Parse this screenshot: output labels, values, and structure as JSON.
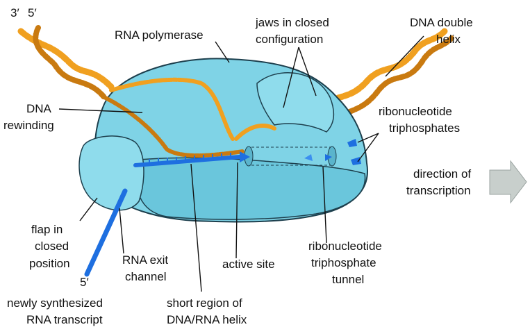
{
  "labels": {
    "three_prime": "3′",
    "five_prime_top": "5′",
    "rna_polymerase": "RNA polymerase",
    "jaws_line1": "jaws in closed",
    "jaws_line2": "configuration",
    "dna_double_line1": "DNA double",
    "dna_double_line2": "helix",
    "dna_rewinding_line1": "DNA",
    "dna_rewinding_line2": "rewinding",
    "ntp_line1": "ribonucleotide",
    "ntp_line2": "triphosphates",
    "direction_line1": "direction of",
    "direction_line2": "transcription",
    "flap_line1": "flap in",
    "flap_line2": "closed",
    "flap_line3": "position",
    "rna_exit_line1": "RNA exit",
    "rna_exit_line2": "channel",
    "active_site": "active site",
    "tunnel_line1": "ribonucleotide",
    "tunnel_line2": "triphosphate",
    "tunnel_line3": "tunnel",
    "five_prime_rna": "5′",
    "newly_line1": "newly synthesized",
    "newly_line2": "RNA transcript",
    "short_line1": "short region of",
    "short_line2": "DNA/RNA helix"
  },
  "colors": {
    "polymerase_fill": "#7fd3e6",
    "polymerase_stroke": "#1d3f4d",
    "dna": "#f0a020",
    "dna_dark": "#c97a10",
    "rna": "#1e6fe0",
    "arrow_gray": "#c8cfcc"
  }
}
